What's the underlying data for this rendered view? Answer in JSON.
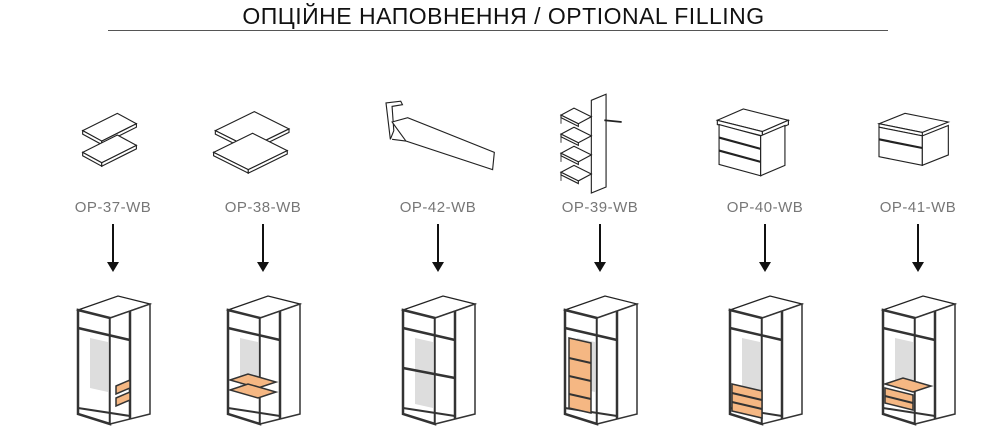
{
  "title": "ОПЦІЙНЕ НАПОВНЕННЯ / OPTIONAL FILLING",
  "accent_color": "#f5b783",
  "items": [
    {
      "code": "OP-37-WB",
      "icon": "two-small-shelves-icon"
    },
    {
      "code": "OP-38-WB",
      "icon": "two-large-shelves-icon"
    },
    {
      "code": "OP-42-WB",
      "icon": "hanging-rail-icon"
    },
    {
      "code": "OP-39-WB",
      "icon": "side-shelf-unit-icon"
    },
    {
      "code": "OP-40-WB",
      "icon": "three-drawer-unit-icon"
    },
    {
      "code": "OP-41-WB",
      "icon": "two-drawer-unit-icon"
    }
  ]
}
